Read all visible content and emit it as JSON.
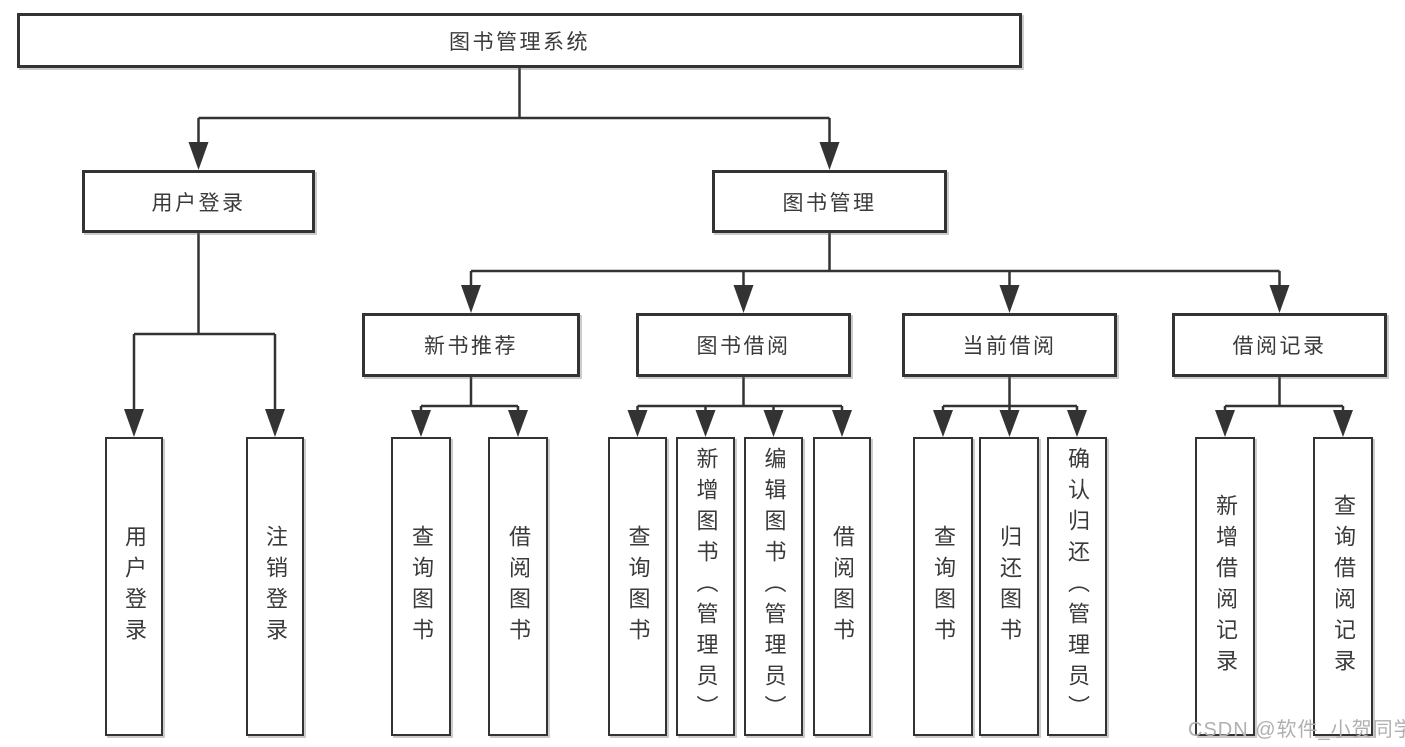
{
  "tree": {
    "label": "图书管理系统",
    "children": [
      {
        "label": "用户登录",
        "children": [
          {
            "label": "用户登录"
          },
          {
            "label": "注销登录"
          }
        ]
      },
      {
        "label": "图书管理",
        "children": [
          {
            "label": "新书推荐",
            "children": [
              {
                "label": "查询图书"
              },
              {
                "label": "借阅图书"
              }
            ]
          },
          {
            "label": "图书借阅",
            "children": [
              {
                "label": "查询图书"
              },
              {
                "label": "新增图书（管理员）"
              },
              {
                "label": "编辑图书（管理员）"
              },
              {
                "label": "借阅图书"
              }
            ]
          },
          {
            "label": "当前借阅",
            "children": [
              {
                "label": "查询图书"
              },
              {
                "label": "归还图书"
              },
              {
                "label": "确认归还（管理员）"
              }
            ]
          },
          {
            "label": "借阅记录",
            "children": [
              {
                "label": "新增借阅记录"
              },
              {
                "label": "查询借阅记录"
              }
            ]
          }
        ]
      }
    ]
  },
  "watermark": {
    "text": "CSDN @软件_小贺同学"
  },
  "colors": {
    "line": "#333333",
    "text": "#3a3a3a",
    "watermark": "#b0b0b0",
    "background": "#ffffff"
  }
}
